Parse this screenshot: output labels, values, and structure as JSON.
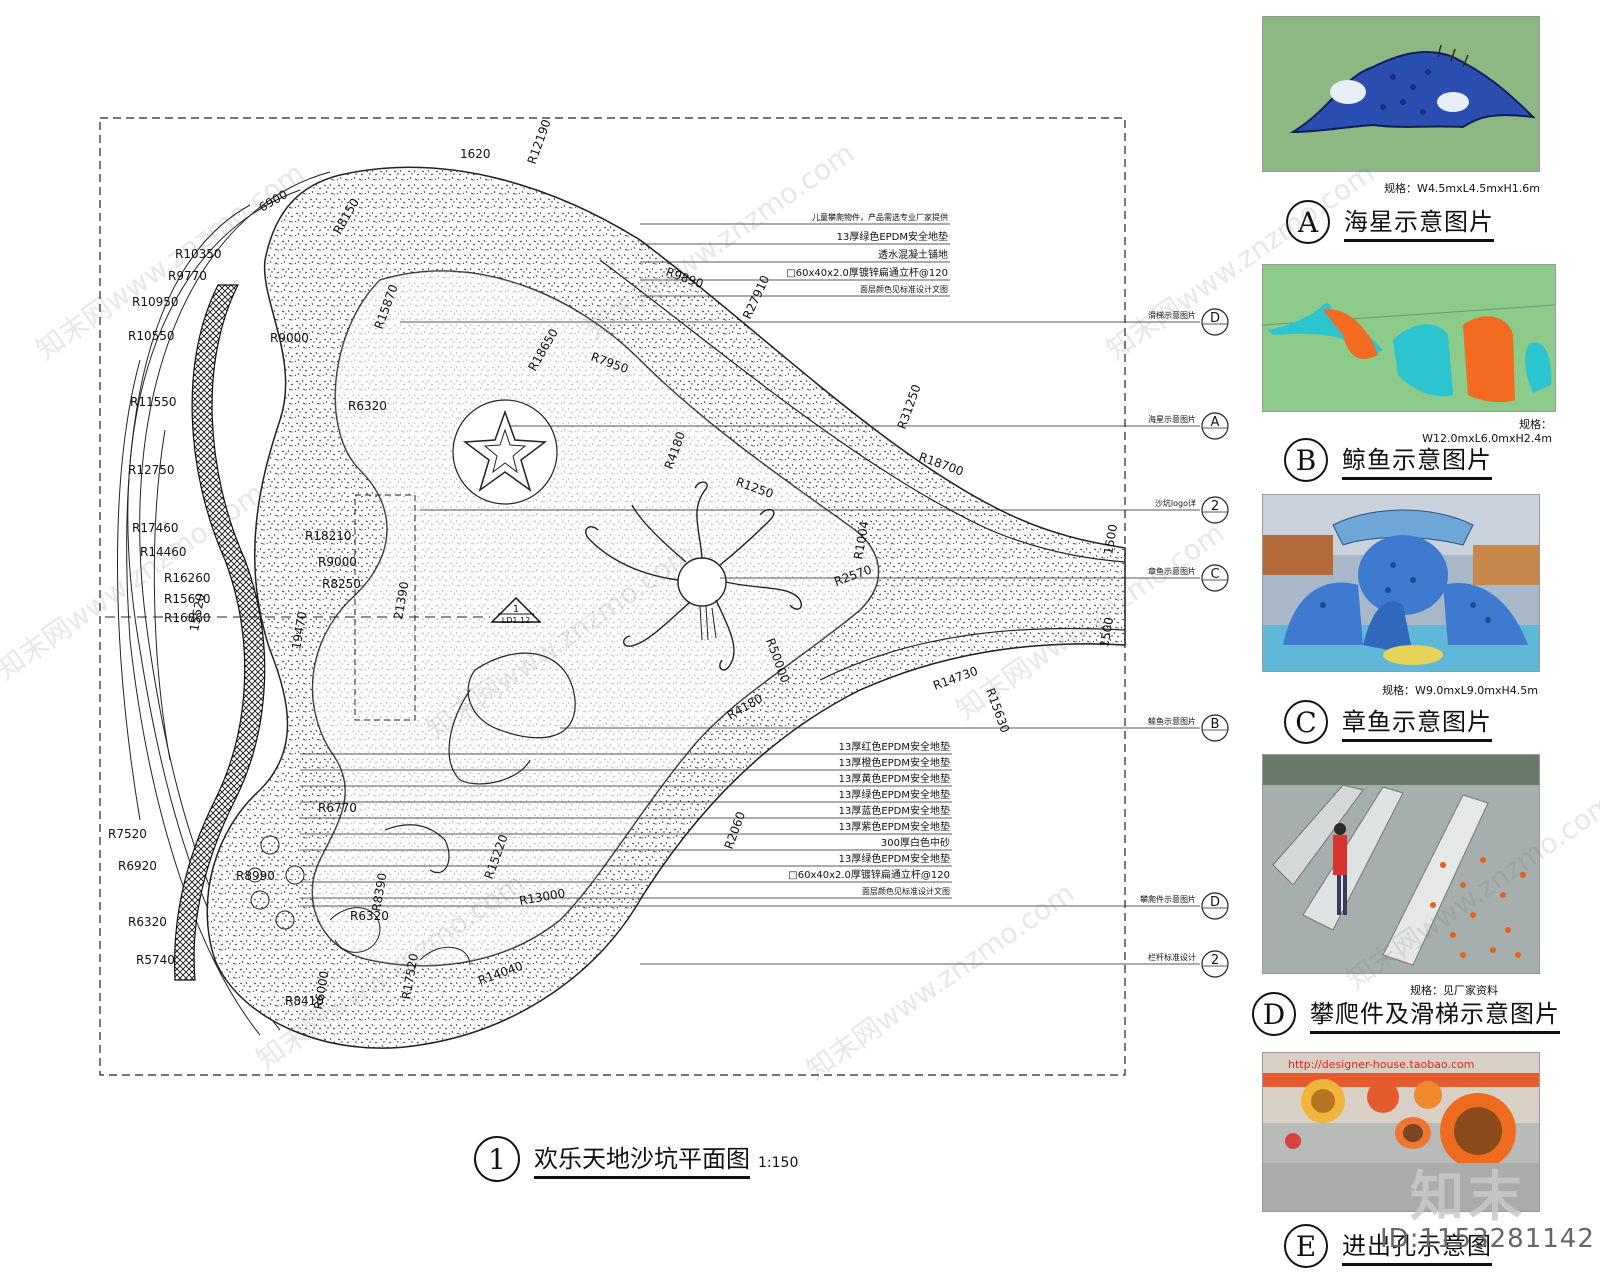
{
  "plan": {
    "leaders_top": [
      "儿童攀爬物件，产品需选专业厂家提供",
      "13厚绿色EPDM安全地垫",
      "透水混凝土铺地",
      "□60x40x2.0厚镀锌扁通立杆@120",
      "面层颜色见标准设计文图"
    ],
    "leaders_bottom": [
      "13厚红色EPDM安全地垫",
      "13厚橙色EPDM安全地垫",
      "13厚黄色EPDM安全地垫",
      "13厚绿色EPDM安全地垫",
      "13厚蓝色EPDM安全地垫",
      "13厚紫色EPDM安全地垫",
      "300厚白色中砂",
      "13厚绿色EPDM安全地垫",
      "□60x40x2.0厚镀锌扁通立杆@120",
      "面层颜色见标准设计文图"
    ],
    "callouts": [
      {
        "text": "滑梯示意图片",
        "letter": "D"
      },
      {
        "text": "海星示意图片",
        "letter": "A"
      },
      {
        "text": "沙坑logo详",
        "letter": "2"
      },
      {
        "text": "章鱼示意图片",
        "letter": "C"
      },
      {
        "text": "鲸鱼示意图片",
        "letter": "B"
      },
      {
        "text": "攀爬件示意图片",
        "letter": "D"
      },
      {
        "text": "栏杆标准设计",
        "letter": "2"
      }
    ],
    "dims": [
      "1620",
      "R12190",
      "R8150",
      "6900",
      "R10350",
      "R9770",
      "R10950",
      "R10550",
      "R11550",
      "R12750",
      "R17460",
      "R14460",
      "R16260",
      "R15670",
      "R16860",
      "R9000",
      "R6320",
      "R18650",
      "R7950",
      "R4180",
      "R1250",
      "R31250",
      "R18700",
      "R27910",
      "R18210",
      "R9000",
      "R8250",
      "R2570",
      "R50000",
      "R15630",
      "R14730",
      "R4180",
      "R6770",
      "R7520",
      "R6920",
      "R8990",
      "R6320",
      "R5740",
      "R15220",
      "R13000",
      "R6320",
      "R8390",
      "R14040",
      "R17520",
      "R8410",
      "R6000",
      "R15870",
      "21390",
      "19470",
      "15520",
      "1500",
      "1500",
      "R9890",
      "R2060",
      "R1004"
    ],
    "section_marker_num": "1",
    "section_marker_ref": "LD1.12"
  },
  "gallery": [
    {
      "letter": "A",
      "title": "海星示意图片",
      "spec": "规格：W4.5mxL4.5mxH1.6m"
    },
    {
      "letter": "B",
      "title": "鲸鱼示意图片",
      "spec": "规格：W12.0mxL6.0mxH2.4m"
    },
    {
      "letter": "C",
      "title": "章鱼示意图片",
      "spec": "规格：W9.0mxL9.0mxH4.5m"
    },
    {
      "letter": "D",
      "title": "攀爬件及滑梯示意图片",
      "spec": "规格：见厂家资料"
    },
    {
      "letter": "E",
      "title": "进出孔示意图",
      "spec": ""
    }
  ],
  "e_photo_url_text": "http://designer-house.taobao.com",
  "main_caption": {
    "num": "1",
    "title": "欢乐天地沙坑平面图",
    "scale": "1:150"
  },
  "watermark": "知末网www.znzmo.com",
  "brand": "知末",
  "id_text": "ID:1153281142",
  "colors": {
    "starfish_bg": "#8db884",
    "starfish": "#2b4fb0",
    "whale_bg": "#8ccb8a",
    "whale_orange": "#f26b21",
    "whale_cyan": "#2cc5cf"
  }
}
